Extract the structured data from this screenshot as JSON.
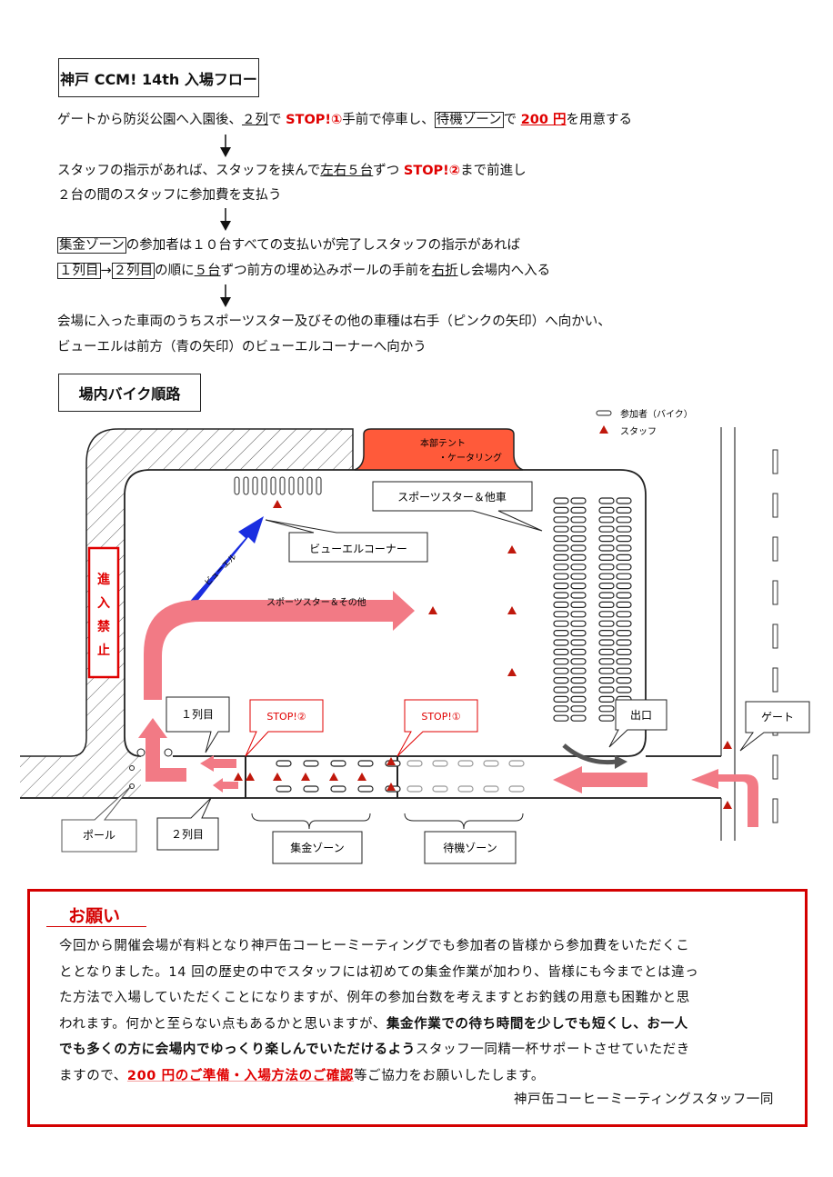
{
  "flow": {
    "title": "神戸 CCM! 14th 入場フロー",
    "step1": {
      "a": "ゲートから防災公園へ入園後、",
      "b": "２列",
      "c": "で ",
      "d": "STOP!①",
      "e": "手前で停車し、",
      "f": "待機ゾーン",
      "g": "で ",
      "h": "200 円",
      "i": "を用意する"
    },
    "step2": {
      "a": "スタッフの指示があれば、スタッフを挟んで",
      "b": "左右５台",
      "c": "ずつ ",
      "d": "STOP!②",
      "e": "まで前進し",
      "line2": "２台の間のスタッフに参加費を支払う"
    },
    "step3": {
      "a": "集金ゾーン",
      "b": "の参加者は１０台すべての支払いが完了しスタッフの指示があれば",
      "c": "１列目",
      "d": "→",
      "e": "２列目",
      "f": "の順に",
      "g": "５台",
      "h": "ずつ前方の埋め込みポールの手前を",
      "i": "右折",
      "j": "し会場内へ入る"
    },
    "step4": {
      "line1": "会場に入った車両のうちスポーツスター及びその他の車種は右手（ピンクの矢印）へ向かい、",
      "line2": "ビューエルは前方（青の矢印）のビューエルコーナーへ向かう"
    }
  },
  "map": {
    "title": "場内バイク順路",
    "legend": {
      "bike": "参加者（バイク）",
      "staff": "スタッフ"
    },
    "tent": {
      "line1": "本部テント",
      "line2": "・ケータリング"
    },
    "no_entry": [
      "進",
      "入",
      "禁",
      "止"
    ],
    "labels": {
      "buell_corner": "ビューエルコーナー",
      "sportster_other": "スポーツスター＆他車",
      "buell_arrow": "ビューエル",
      "sportster_arrow": "スポーツスター＆その他",
      "row1": "１列目",
      "row2": "２列目",
      "stop2": "STOP!②",
      "stop1": "STOP!①",
      "exit": "出口",
      "gate": "ゲート",
      "pole": "ポール",
      "collect_zone": "集金ゾーン",
      "wait_zone": "待機ゾーン"
    },
    "colors": {
      "pink": "#f27a85",
      "blue": "#1a2ee0",
      "tent": "#ff5a3a",
      "staff": "#c0180c",
      "red": "#e00000"
    }
  },
  "notice": {
    "title": "お願い",
    "lines": [
      [
        {
          "t": "今回から開催会場が有料となり神戸缶コーヒーミーティングでも参加者の皆様から参加費をいただくこ",
          "s": ""
        }
      ],
      [
        {
          "t": "ととなりました。14 回の歴史の中でスタッフには初めての集金作業が加わり、皆様にも今までとは違っ",
          "s": ""
        }
      ],
      [
        {
          "t": "た方法で入場していただくことになりますが、例年の参加台数を考えますとお釣銭の用意も困難かと思",
          "s": ""
        }
      ],
      [
        {
          "t": "われます。何かと至らない点もあるかと思いますが、",
          "s": ""
        },
        {
          "t": "集金作業での待ち時間を少しでも短くし、お一人",
          "s": "b"
        }
      ],
      [
        {
          "t": "でも多くの方に会場内でゆっくり楽しんでいただけるよう",
          "s": "b"
        },
        {
          "t": "スタッフ一同精一杯サポートさせていただき",
          "s": ""
        }
      ],
      [
        {
          "t": "ますので、",
          "s": ""
        },
        {
          "t": "200 円のご準備・入場方法のご確認",
          "s": "rb"
        },
        {
          "t": "等ご協力をお願いしたします。",
          "s": ""
        }
      ]
    ],
    "signature": "神戸缶コーヒーミーティングスタッフ一同"
  }
}
